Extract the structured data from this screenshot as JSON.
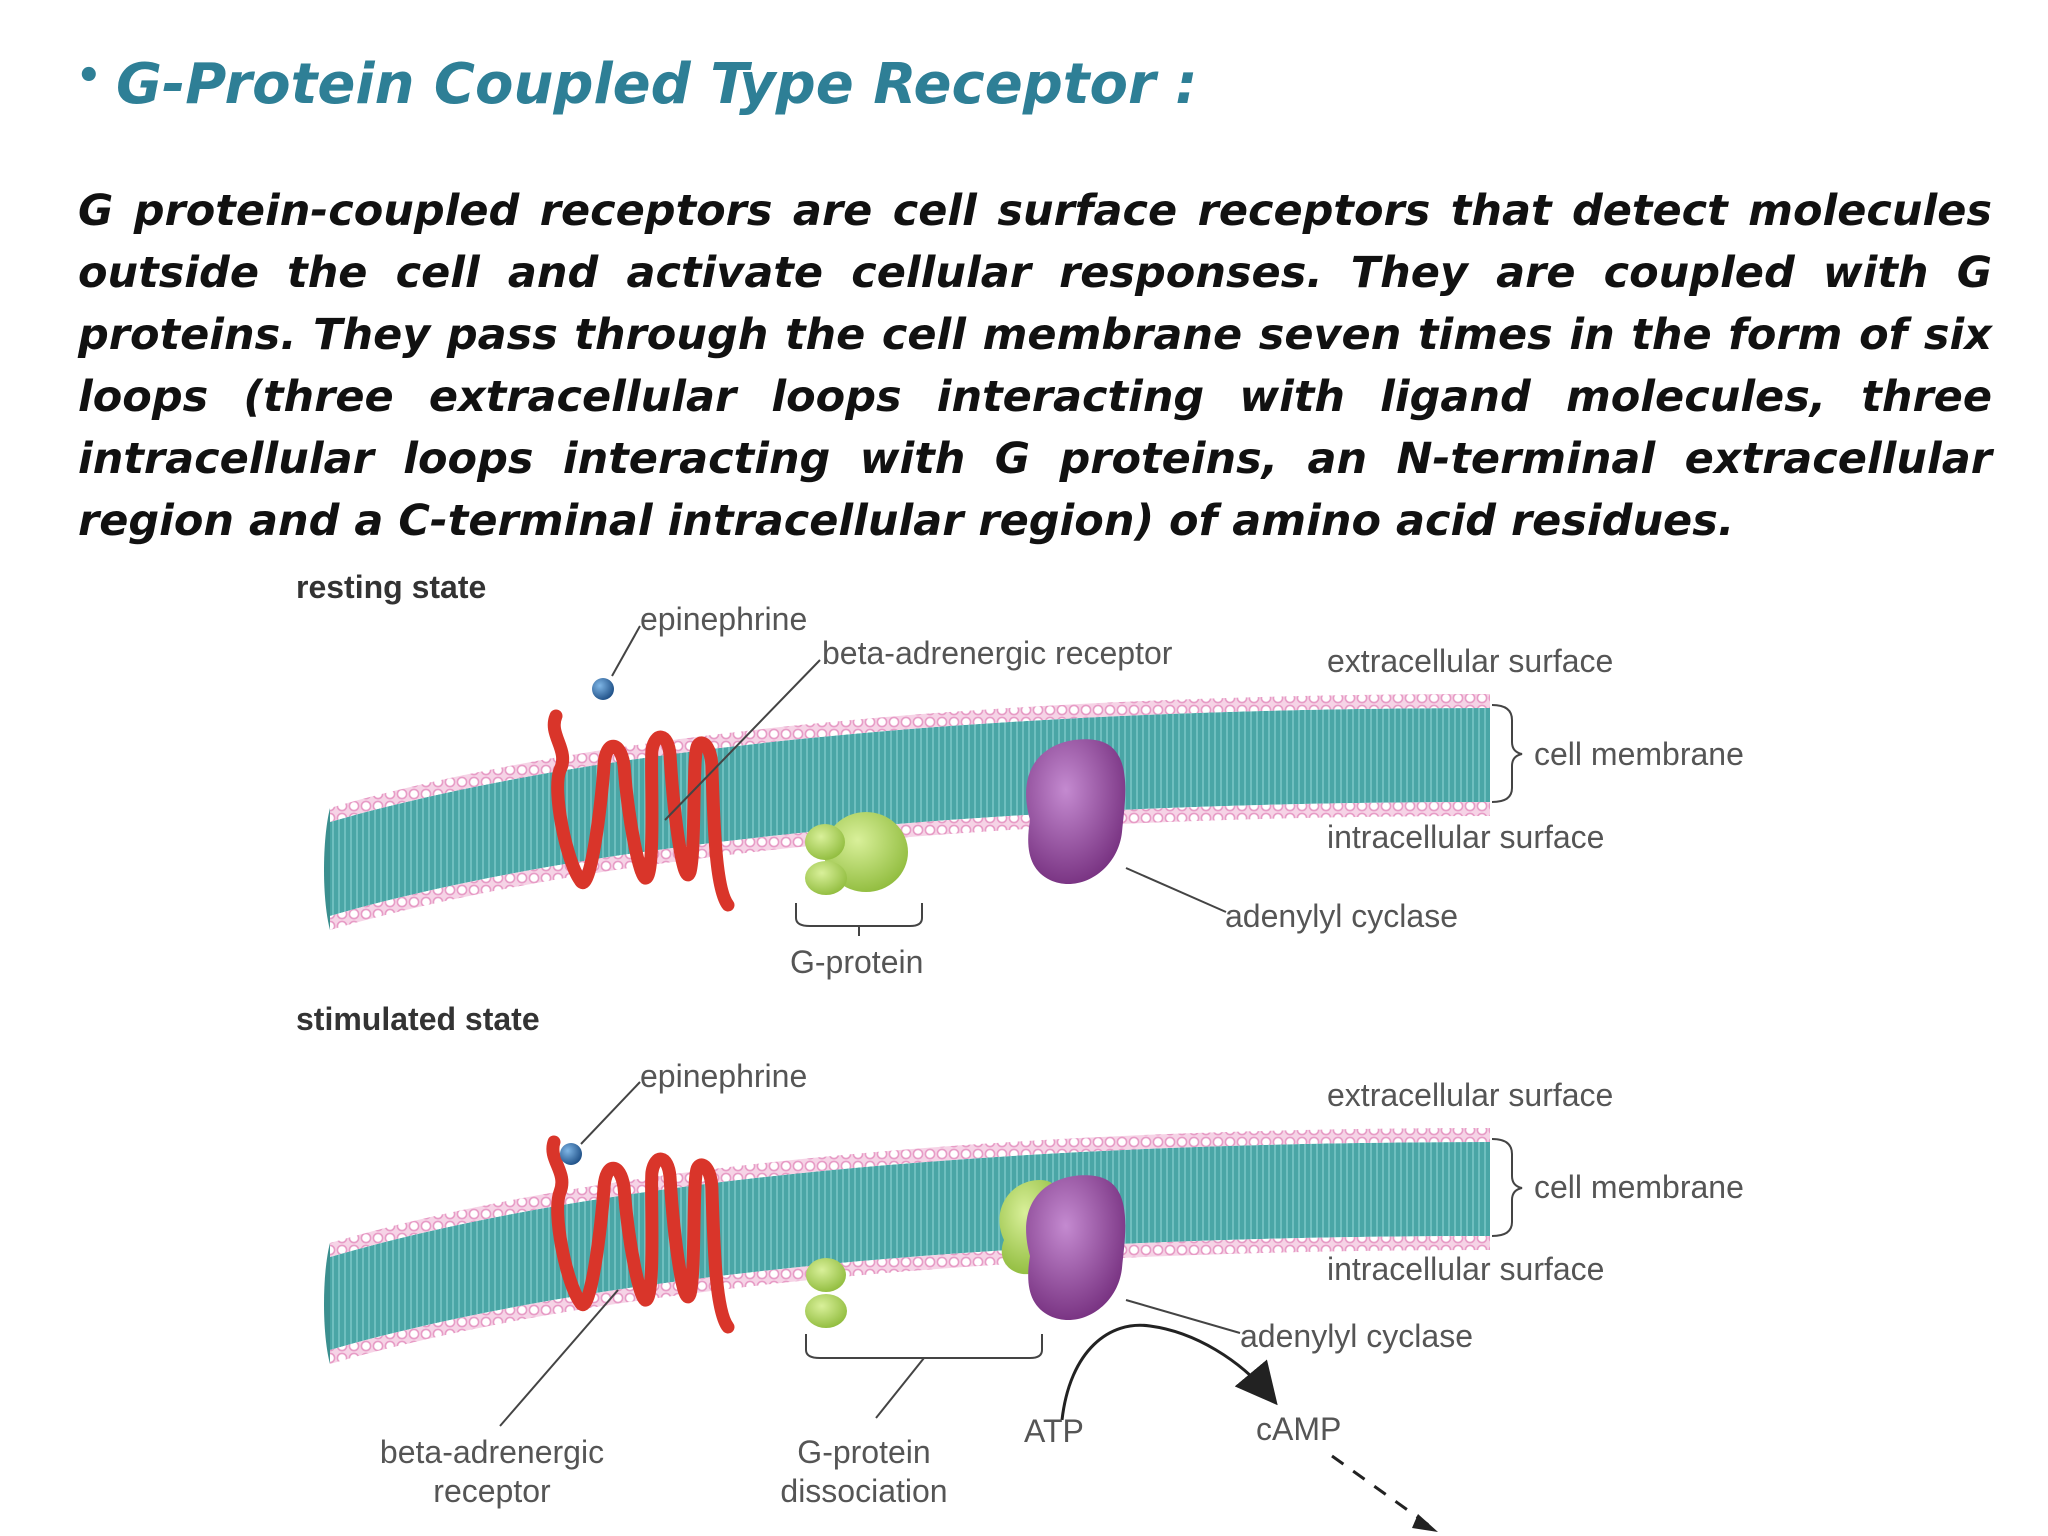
{
  "title": {
    "bullet": "•",
    "text": "G-Protein Coupled Type Receptor :"
  },
  "body": "G protein-coupled receptors are cell surface receptors that detect molecules outside the cell and activate cellular responses. They are coupled with G proteins. They pass through the cell membrane seven times in the form of six loops (three extracellular loops interacting with ligand molecules, three intracellular loops interacting with G proteins, an N-terminal extracellular region and a C-terminal intracellular region) of amino acid residues.",
  "figure": {
    "resting": {
      "state_label": "resting state",
      "epinephrine": "epinephrine",
      "receptor": "beta-adrenergic receptor",
      "extracellular": "extracellular surface",
      "membrane": "cell membrane",
      "intracellular": "intracellular surface",
      "cyclase": "adenylyl cyclase",
      "gprotein": "G-protein"
    },
    "stimulated": {
      "state_label": "stimulated state",
      "epinephrine": "epinephrine",
      "extracellular": "extracellular surface",
      "membrane": "cell membrane",
      "intracellular": "intracellular surface",
      "cyclase": "adenylyl cyclase",
      "receptor_line1": "beta-adrenergic",
      "receptor_line2": "receptor",
      "gprotein_line1": "G-protein",
      "gprotein_line2": "dissociation",
      "atp": "ATP",
      "camp": "cAMP"
    },
    "colors": {
      "title": "#2e7f96",
      "membrane_core": "#4aa6a6",
      "membrane_heads": "#f0b8d8",
      "receptor": "#d9352a",
      "gprotein": "#a9cf54",
      "cyclase": "#8e3f95",
      "epinephrine": "#1e5f9a"
    }
  }
}
